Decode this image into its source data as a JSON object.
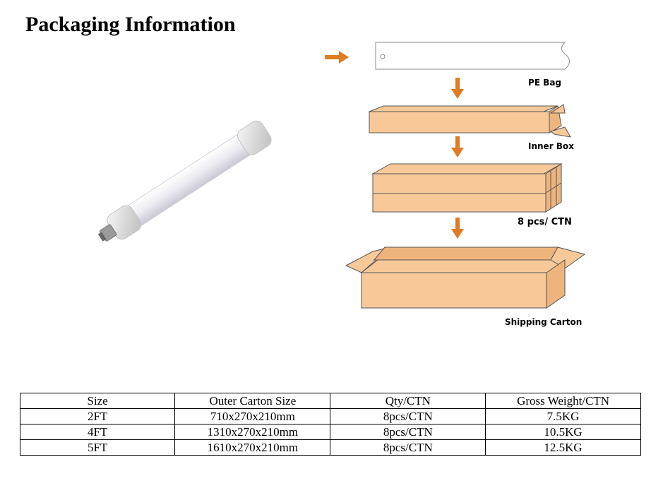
{
  "title": "Packaging Information",
  "labels": {
    "pe_bag": "PE Bag",
    "inner_box": "Inner Box",
    "per_ctn": "8 pcs/ CTN",
    "shipping": "Shipping Carton"
  },
  "colors": {
    "arrow": "#e07b24",
    "box_fill": "#f7c999",
    "box_stroke": "#555555"
  },
  "table": {
    "headers": [
      "Size",
      "Outer Carton Size",
      "Qty/CTN",
      "Gross Weight/CTN"
    ],
    "rows": [
      [
        "2FT",
        "710x270x210mm",
        "8pcs/CTN",
        "7.5KG"
      ],
      [
        "4FT",
        "1310x270x210mm",
        "8pcs/CTN",
        "10.5KG"
      ],
      [
        "5FT",
        "1610x270x210mm",
        "8pcs/CTN",
        "12.5KG"
      ]
    ]
  }
}
